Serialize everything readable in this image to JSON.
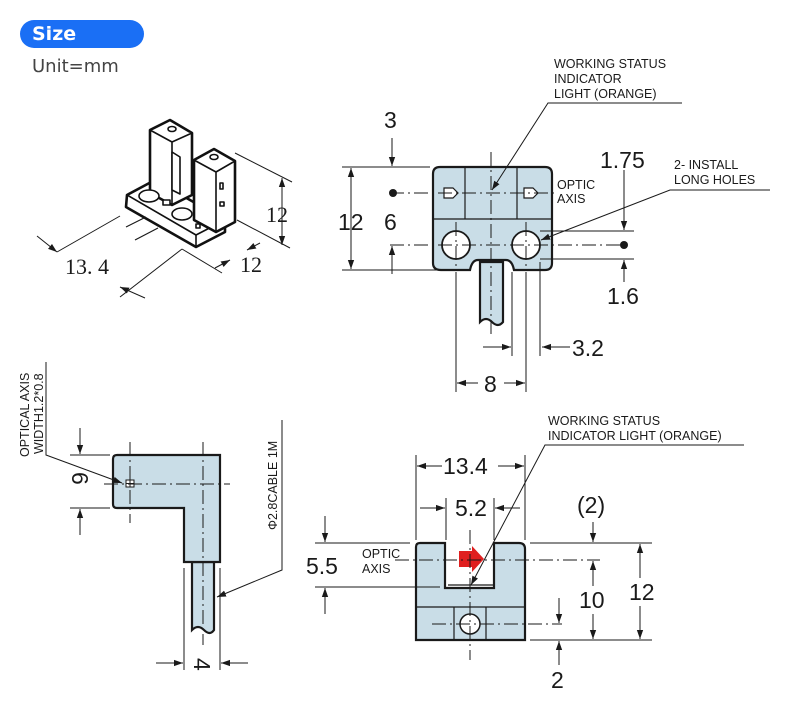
{
  "header": {
    "badge_label": "Size",
    "unit_label": "Unit=mm",
    "badge_color": "#1a6ff5"
  },
  "iso_view": {
    "dim_length": "13. 4",
    "dim_depth": "12",
    "dim_height": "12"
  },
  "front_view": {
    "callout_indicator": [
      "WORKING STATUS",
      "INDICATOR",
      "LIGHT (ORANGE)"
    ],
    "callout_holes": [
      "2- INSTALL",
      "LONG HOLES"
    ],
    "optic_axis": [
      "OPTIC",
      "AXIS"
    ],
    "dim_top": "3",
    "dim_height": "12",
    "dim_axis": "6",
    "dim_hole_top": "1.75",
    "dim_hole_bottom": "1.6",
    "dim_hole_spacing": "8",
    "dim_hole_dia": "3.2"
  },
  "side_view": {
    "callout_axis": [
      "OPTICAL AXIS",
      "WIDTH1.2*0.8"
    ],
    "callout_cable": "Φ2.8CABLE 1M",
    "dim_axis": "6",
    "dim_cable": "4"
  },
  "slot_view": {
    "callout_indicator": [
      "WORKING STATUS",
      "INDICATOR LIGHT (ORANGE)"
    ],
    "optic_axis": [
      "OPTIC",
      "AXIS"
    ],
    "dim_width": "13.4",
    "dim_slot": "5.2",
    "dim_axis": "5.5",
    "dim_top": "(2)",
    "dim_axis_height": "10",
    "dim_height": "12",
    "dim_hole": "2",
    "indicator_color": "#e02020",
    "body_color": "#c9dde7"
  }
}
